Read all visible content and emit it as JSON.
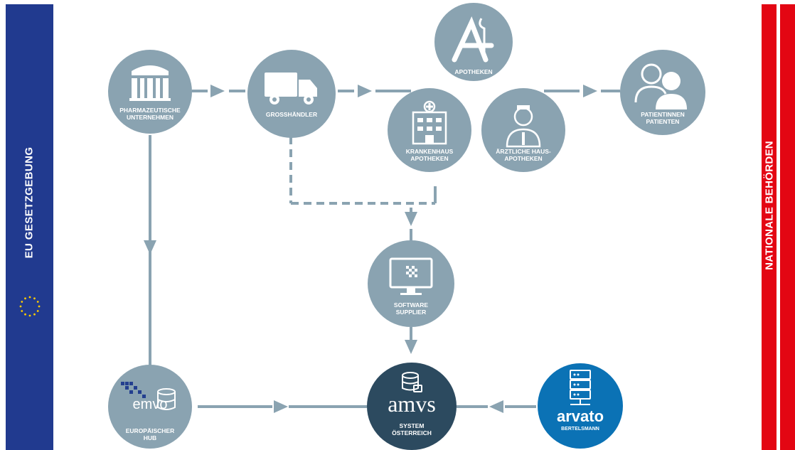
{
  "left_band": {
    "label": "EU GESETZGEBUNG",
    "color": "#213a8f"
  },
  "right_band": {
    "label": "NATIONALE BEHÖRDEN",
    "color": "#e30613"
  },
  "colors": {
    "node": "#8aa3b1",
    "amvs": "#2c4a5f",
    "arvato": "#0b72b5",
    "arrow": "#8aa3b1"
  },
  "nodes": {
    "pharma": {
      "label": "PHARMAZEUTISCHE\nUNTERNEHMEN",
      "icon": "building-columns-icon"
    },
    "wholesale": {
      "label": "GROSSHÄNDLER",
      "icon": "truck-icon"
    },
    "apotheken": {
      "label": "APOTHEKEN",
      "icon": "pharmacy-a-icon"
    },
    "krankenhaus": {
      "label": "KRANKENHAUS\nAPOTHEKEN",
      "icon": "hospital-icon"
    },
    "aerztliche": {
      "label": "ÄRZTLICHE HAUS-\nAPOTHEKEN",
      "icon": "doctor-icon"
    },
    "patients": {
      "label": "PATIENTINNEN\nPATIENTEN",
      "icon": "people-icon"
    },
    "software": {
      "label": "SOFTWARE\nSUPPLIER",
      "icon": "monitor-icon"
    },
    "emvo": {
      "logo": "emvo",
      "label": "EUROPÄISCHER\nHUB",
      "icon": "emvo-database-icon"
    },
    "amvs": {
      "logo": "amvs",
      "label": "SYSTEM\nÖSTERREICH",
      "icon": "database-icon"
    },
    "arvato": {
      "logo": "arvato",
      "sub": "BERTELSMANN",
      "icon": "server-icon"
    }
  }
}
